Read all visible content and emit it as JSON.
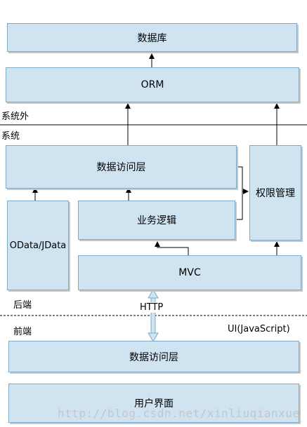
{
  "boxes": {
    "database": "数据库",
    "orm": "ORM",
    "data_access_backend": "数据访问层",
    "permission": "权限管理",
    "odata": "OData/JData",
    "business": "业务逻辑",
    "mvc": "MVC",
    "data_access_frontend": "数据访问层",
    "user_interface": "用户界面"
  },
  "labels": {
    "outside_system": "系统外",
    "system": "系统",
    "backend": "后端",
    "http": "HTTP",
    "frontend": "前端",
    "ui_js": "UI(JavaScript)"
  },
  "watermark": "http://blog.csdn.net/xinliuqianxue"
}
